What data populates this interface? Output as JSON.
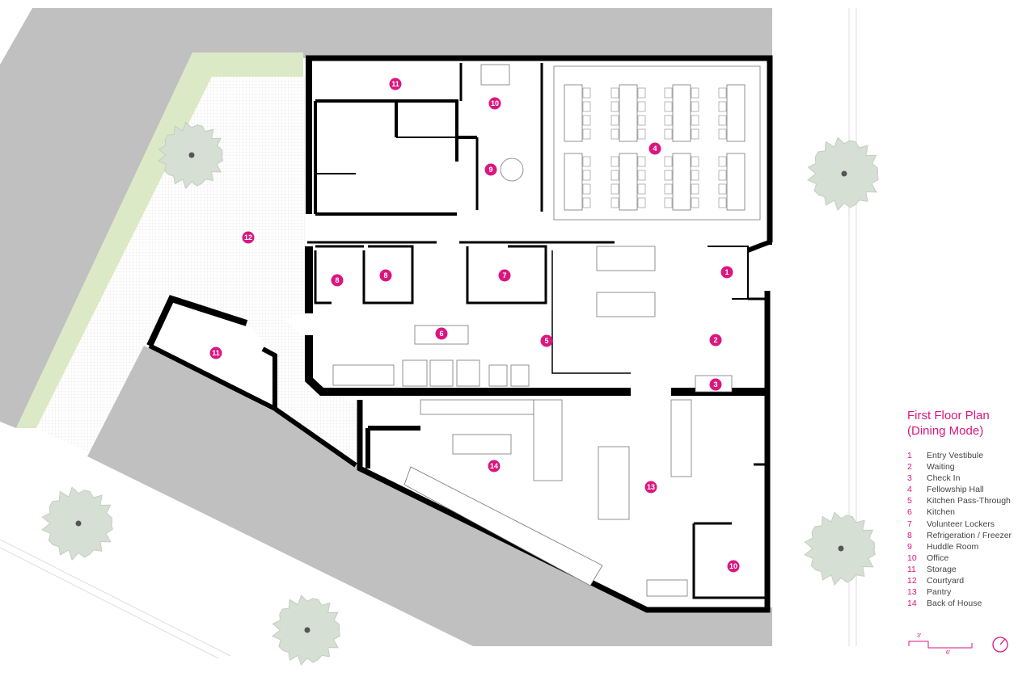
{
  "title_line1": "First Floor Plan",
  "title_line2": "(Dining Mode)",
  "legend": [
    {
      "num": "1",
      "name": "Entry Vestibule"
    },
    {
      "num": "2",
      "name": "Waiting"
    },
    {
      "num": "3",
      "name": "Check In"
    },
    {
      "num": "4",
      "name": "Fellowship Hall"
    },
    {
      "num": "5",
      "name": "Kitchen Pass-Through"
    },
    {
      "num": "6",
      "name": "Kitchen"
    },
    {
      "num": "7",
      "name": "Volunteer Lockers"
    },
    {
      "num": "8",
      "name": "Refrigeration / Freezer"
    },
    {
      "num": "9",
      "name": "Huddle Room"
    },
    {
      "num": "10",
      "name": "Office"
    },
    {
      "num": "11",
      "name": "Storage"
    },
    {
      "num": "12",
      "name": "Courtyard"
    },
    {
      "num": "13",
      "name": "Pantry"
    },
    {
      "num": "14",
      "name": "Back of House"
    }
  ],
  "scale": {
    "small": "3'",
    "large": "6'"
  },
  "room_tags": [
    "1",
    "2",
    "3",
    "4",
    "5",
    "6",
    "7",
    "8",
    "8",
    "9",
    "10",
    "10",
    "11",
    "11",
    "12",
    "13",
    "14"
  ],
  "colors": {
    "accent": "#d9177f",
    "street": "#c0c0c0",
    "green": "#dbe9c6",
    "wall": "#000000",
    "tree": "#d8e0d6"
  }
}
